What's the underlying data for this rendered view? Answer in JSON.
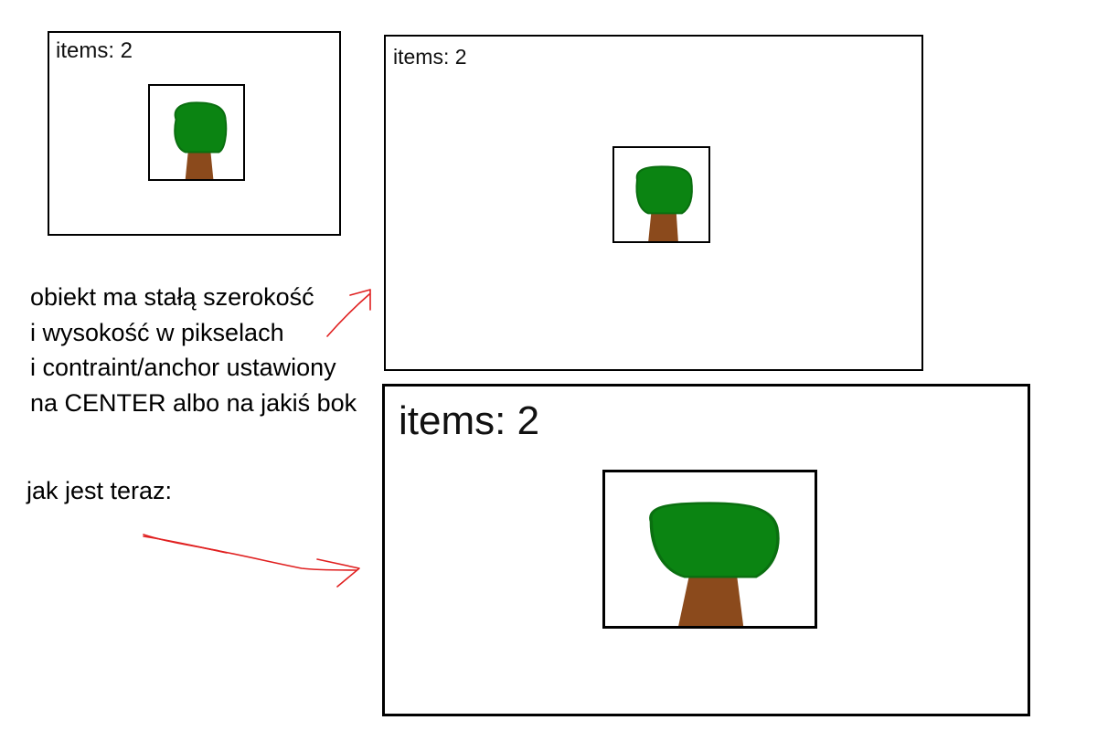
{
  "panels": [
    {
      "id": "small",
      "counter_label": "items: 2"
    },
    {
      "id": "medium",
      "counter_label": "items: 2"
    },
    {
      "id": "large",
      "counter_label": "items: 2"
    }
  ],
  "note": {
    "lines": [
      "obiekt ma stałą szerokość",
      "i wysokość w pikselach",
      "i contraint/anchor ustawiony",
      "na CENTER albo na jakiś bok"
    ]
  },
  "current_state_label": "jak jest teraz:",
  "colors": {
    "border": "#000000",
    "tree_crown": "#0b8412",
    "tree_crown_edge": "#0a6f10",
    "tree_trunk": "#8b4a1c",
    "arrow": "#e02020"
  },
  "icons": {
    "item": "tree-icon",
    "pointer": "hand-drawn-arrow"
  }
}
